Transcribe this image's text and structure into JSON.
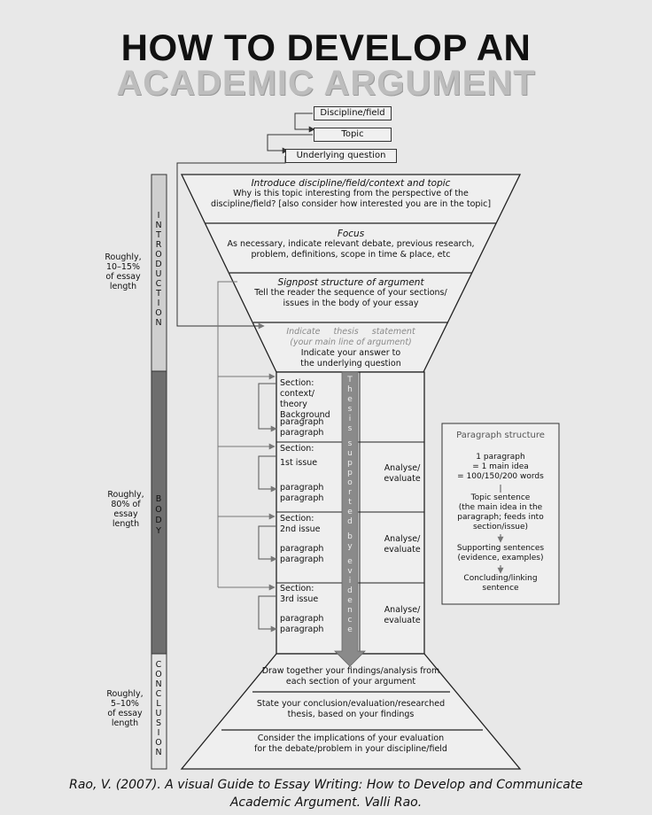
{
  "title_line1": "HOW TO DEVELOP AN",
  "title_line2": "ACADEMIC ARGUMENT",
  "top_boxes": [
    "Discipline/field",
    "Topic",
    "Underlying question"
  ],
  "intro_rows": [
    {
      "heading": "Introduce discipline/field/context and topic",
      "text": [
        "Why is this topic interesting from the perspective of the",
        "discipline/field? [also consider how interested you are in the topic]"
      ]
    },
    {
      "heading": "Focus",
      "text": [
        "As necessary, indicate relevant debate, previous research,",
        "problem, definitions, scope in time & place, etc"
      ]
    },
    {
      "heading": "Signpost structure of argument",
      "text": [
        "Tell the reader the sequence of your sections/",
        "issues in the body of your essay"
      ]
    },
    {
      "heading_grey": [
        "Indicate     thesis     statement",
        "(your main line of argument)"
      ],
      "text": [
        "Indicate your answer to",
        "the underlying question"
      ]
    }
  ],
  "body_sections": [
    {
      "lines": [
        "Section:",
        "context/",
        "theory Background"
      ],
      "paragraphs": [
        "paragraph",
        "paragraph"
      ],
      "analyse": ""
    },
    {
      "lines": [
        "Section:",
        "1st issue"
      ],
      "paragraphs": [
        "paragraph",
        "paragraph"
      ],
      "analyse": "Analyse/ evaluate"
    },
    {
      "lines": [
        "Section:",
        "2nd issue"
      ],
      "paragraphs": [
        "paragraph",
        "paragraph"
      ],
      "analyse": "Analyse/ evaluate"
    },
    {
      "lines": [
        "Section:",
        "3rd issue"
      ],
      "paragraphs": [
        "paragraph",
        "paragraph"
      ],
      "analyse": "Analyse/ evaluate"
    }
  ],
  "thesis_arrow": "Thesis supported by evidence",
  "conclusion_rows": [
    [
      "Draw together your findings/analysis from",
      "each section of your argument"
    ],
    [
      "State your conclusion/evaluation/researched",
      "thesis, based on your findings"
    ],
    [
      "Consider the implications of your evaluation",
      "for the debate/problem in your discipline/field"
    ]
  ],
  "bar_labels": {
    "intro": "INTRODUCTION",
    "body": "BODY",
    "conclusion": "CONCLUSION"
  },
  "side_notes": {
    "intro": [
      "Roughly,",
      "10–15%",
      "of essay",
      "length"
    ],
    "body": [
      "Roughly,",
      "80% of",
      "essay",
      "length"
    ],
    "conclusion": [
      "Roughly,",
      "5–10%",
      "of essay",
      "length"
    ]
  },
  "paragraph_structure": {
    "title": "Paragraph structure",
    "lines": [
      "1 paragraph",
      "= 1 main idea",
      "= 100/150/200 words",
      "Topic sentence",
      "(the main idea in the",
      "paragraph; feeds into",
      "section/issue)",
      "Supporting sentences",
      "(evidence, examples)",
      "Concluding/linking",
      "sentence"
    ]
  },
  "citation": [
    "Rao, V. (2007). A visual Guide to Essay Writing: How to Develop and Communicate",
    "Academic Argument. Valli Rao."
  ],
  "colors": {
    "background": "#e8e8e8",
    "intro_bar": "#cfcfcf",
    "body_bar": "#6e6e6e",
    "conclusion_bar": "#e4e4e4",
    "arrow": "#8a8a8a"
  }
}
